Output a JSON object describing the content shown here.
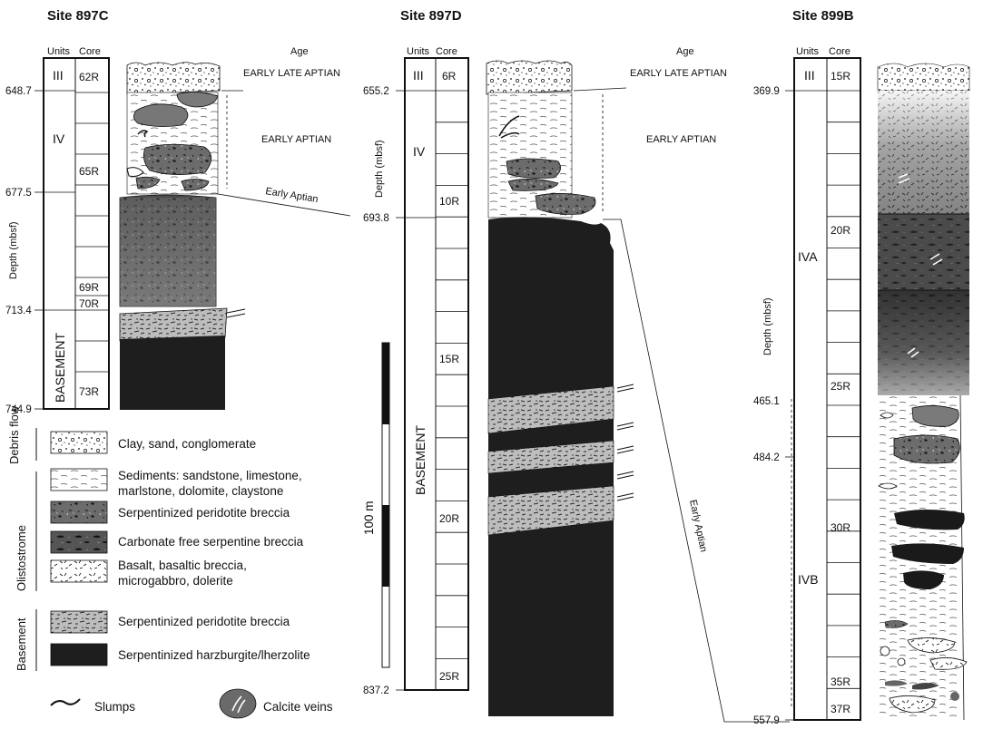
{
  "sites": [
    {
      "title": "Site 897C",
      "units_header": "Units",
      "core_header": "Core",
      "age_header": "Age",
      "depth_axis": "Depth (mbsf)",
      "depths": [
        "648.7",
        "677.5",
        "713.4",
        "744.9"
      ],
      "units": [
        "III",
        "IV",
        "BASEMENT"
      ],
      "cores": [
        "62R",
        "65R",
        "69R",
        "70R",
        "73R"
      ],
      "ages": [
        "EARLY LATE APTIAN",
        "EARLY APTIAN"
      ],
      "correlation_label": "Early Aptian"
    },
    {
      "title": "Site 897D",
      "units_header": "Units",
      "core_header": "Core",
      "age_header": "Age",
      "depth_axis": "Depth (mbsf)",
      "depths": [
        "655.2",
        "693.8",
        "837.2"
      ],
      "units": [
        "III",
        "IV",
        "BASEMENT"
      ],
      "cores": [
        "6R",
        "10R",
        "15R",
        "20R",
        "25R"
      ],
      "ages": [
        "EARLY LATE APTIAN",
        "EARLY APTIAN"
      ],
      "correlation_label": "Early Aptian"
    },
    {
      "title": "Site 899B",
      "units_header": "Units",
      "core_header": "Core",
      "depth_axis": "Depth (mbsf)",
      "depths": [
        "369.9",
        "465.1",
        "484.2",
        "557.9"
      ],
      "units": [
        "III",
        "IVA",
        "IVB"
      ],
      "cores": [
        "15R",
        "20R",
        "25R",
        "30R",
        "35R",
        "37R"
      ]
    }
  ],
  "scale_bar": {
    "label": "100 m"
  },
  "legend": {
    "groups": [
      "Debris flow",
      "Olistostrome",
      "Basement"
    ],
    "items": [
      {
        "label": "Clay, sand, conglomerate"
      },
      {
        "label": "Sediments: sandstone, limestone,",
        "label2": "marlstone, dolomite, claystone"
      },
      {
        "label": "Serpentinized peridotite breccia"
      },
      {
        "label": "Carbonate free serpentine breccia"
      },
      {
        "label": "Basalt, basaltic breccia,",
        "label2": "microgabbro, dolerite"
      },
      {
        "label": "Serpentinized peridotite breccia"
      },
      {
        "label": "Serpentinized harzburgite/lherzolite"
      }
    ],
    "symbols": [
      {
        "label": "Slumps",
        "icon": "slump-icon"
      },
      {
        "label": "Calcite veins",
        "icon": "calcite-vein-icon"
      }
    ]
  }
}
